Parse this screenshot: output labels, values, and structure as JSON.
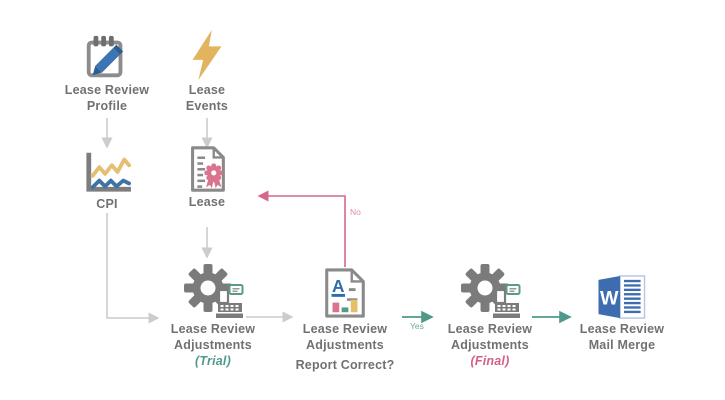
{
  "nodes": [
    {
      "id": "lease-review-profile",
      "icon": "notepad-pencil-icon",
      "lines": [
        "Lease Review",
        "Profile"
      ]
    },
    {
      "id": "lease-events",
      "icon": "lightning-icon",
      "lines": [
        "Lease",
        "Events"
      ]
    },
    {
      "id": "cpi",
      "icon": "line-chart-icon",
      "lines": [
        "CPI"
      ]
    },
    {
      "id": "lease",
      "icon": "certificate-document-icon",
      "lines": [
        "Lease"
      ]
    },
    {
      "id": "lease-review-adjustments-trial",
      "icon": "gear-register-icon",
      "lines": [
        "Lease Review",
        "Adjustments"
      ],
      "tag": "(Trial)"
    },
    {
      "id": "lease-review-adjustments-report",
      "icon": "report-document-icon",
      "lines": [
        "Lease Review",
        "Adjustments"
      ],
      "question": "Report Correct?"
    },
    {
      "id": "lease-review-adjustments-final",
      "icon": "gear-register-icon",
      "lines": [
        "Lease Review",
        "Adjustments"
      ],
      "tag": "(Final)"
    },
    {
      "id": "lease-review-mail-merge",
      "icon": "word-icon",
      "lines": [
        "Lease Review",
        "Mail Merge"
      ]
    }
  ],
  "edges": [
    {
      "from": "lease-review-profile",
      "to": "cpi",
      "label": ""
    },
    {
      "from": "lease-events",
      "to": "lease",
      "label": ""
    },
    {
      "from": "lease",
      "to": "lease-review-adjustments-trial",
      "label": ""
    },
    {
      "from": "cpi",
      "to": "lease-review-adjustments-trial",
      "label": ""
    },
    {
      "from": "lease-review-adjustments-trial",
      "to": "lease-review-adjustments-report",
      "label": ""
    },
    {
      "from": "lease-review-adjustments-report",
      "to": "lease",
      "label": "No"
    },
    {
      "from": "lease-review-adjustments-report",
      "to": "lease-review-adjustments-final",
      "label": "Yes"
    },
    {
      "from": "lease-review-adjustments-final",
      "to": "lease-review-mail-merge",
      "label": ""
    }
  ],
  "colors": {
    "label_text": "#717171",
    "arrow_gray": "#cccccc",
    "arrow_no_pink": "#d5678a",
    "arrow_yes_teal": "#4f998b",
    "trial_green": "#4f9b8b",
    "final_pink": "#d55e86",
    "lightning_gold": "#e3b45f",
    "icon_gray": "#7b7b7b",
    "accent_blue": "#3a6cae",
    "seal_pink": "#d9738e",
    "bar_green": "#55998b",
    "bar_yellow": "#e5c068"
  }
}
